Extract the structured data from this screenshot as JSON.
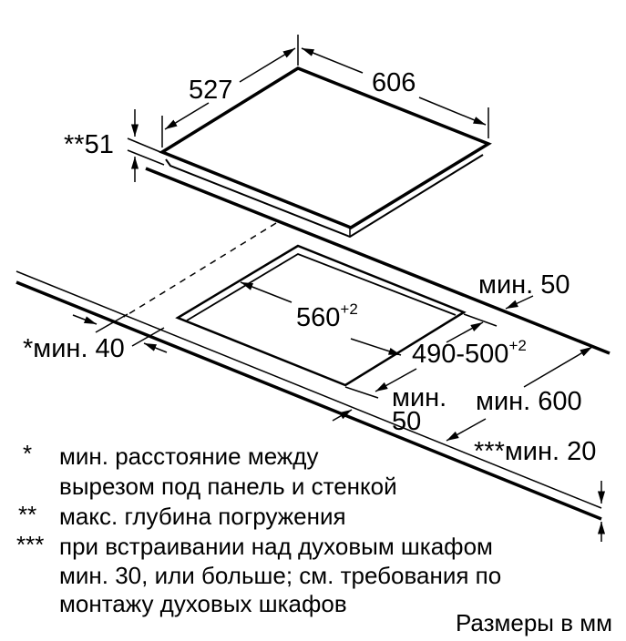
{
  "dimensions": {
    "hob_depth": "527",
    "hob_width": "606",
    "immersion_depth": "**51",
    "back_min": "мин. 50",
    "cutout_width": "560",
    "cutout_width_tol": "+2",
    "wall_min": "*мин. 40",
    "cutout_depth": "490-500",
    "cutout_depth_tol": "+2",
    "front_min_label": "мин.",
    "front_min_value": "50",
    "worktop_min": "мин. 600",
    "worktop_thickness": "***мин. 20"
  },
  "footnotes": [
    {
      "mark": "*",
      "lines": [
        "мин. расстояние между",
        "вырезом под панель и стенкой"
      ]
    },
    {
      "mark": "**",
      "lines": [
        "макс. глубина погружения"
      ]
    },
    {
      "mark": "***",
      "lines": [
        "при встраивании над духовым шкафом",
        "мин. 30, или больше; см. требования по",
        "монтажу духовых шкафов"
      ]
    }
  ],
  "units_note": "Размеры в мм"
}
